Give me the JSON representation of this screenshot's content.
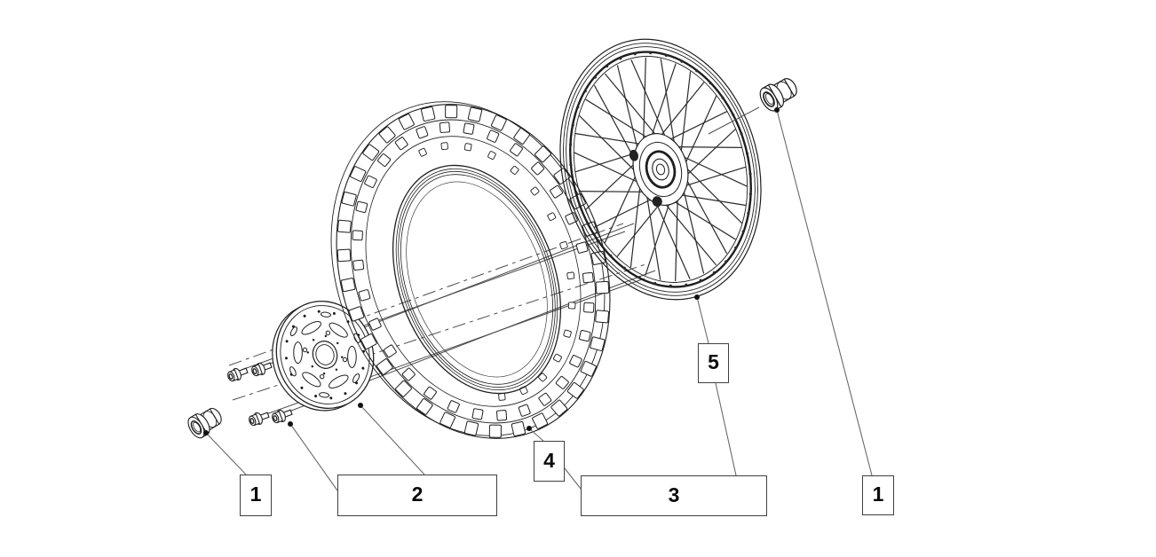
{
  "diagram": {
    "background_color": "#ffffff",
    "ink_color": "#1f1f1f",
    "leader_color": "#6a6a6a",
    "box_border_color": "#3f3f3f",
    "callouts": [
      {
        "label": "1"
      },
      {
        "label": "2"
      },
      {
        "label": "4"
      },
      {
        "label": "3"
      },
      {
        "label": "5"
      },
      {
        "label": "1"
      }
    ]
  }
}
